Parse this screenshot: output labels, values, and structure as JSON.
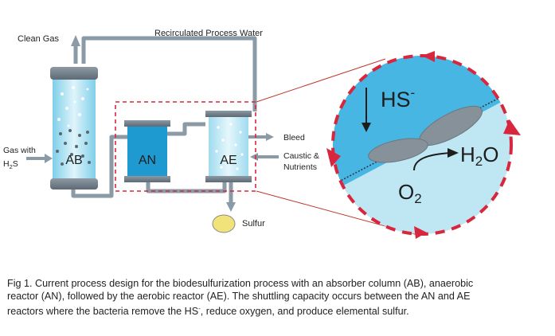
{
  "labels": {
    "clean_gas": "Clean Gas",
    "recirculated_water": "Recirculated Process Water",
    "gas_with": "Gas with",
    "h2s_h": "H",
    "h2s_sub": "2",
    "h2s_s": "S",
    "ab": "AB",
    "an": "AN",
    "ae": "AE",
    "bleed": "Bleed",
    "caustic": "Caustic &",
    "nutrients": "Nutrients",
    "sulfur": "Sulfur"
  },
  "inset": {
    "hs": "HS",
    "hs_sup": "-",
    "h2o_h": "H",
    "h2o_sub": "2",
    "h2o_o": "O",
    "o2_o": "O",
    "o2_sub": "2"
  },
  "caption": {
    "line1": "Fig 1. Current process design for the biodesulfurization process with an absorber column (AB), anaerobic",
    "line2": "reactor (AN), followed by the aerobic reactor (AE). The shuttling capacity occurs between the AN and AE",
    "line3_a": "reactors where the bacteria remove the HS",
    "line3_sup": "-",
    "line3_b": ", reduce oxygen, and produce elemental sulfur."
  },
  "colors": {
    "pipe": "#8a9aa6",
    "vessel_cap": "#6e7b86",
    "liquid_light": "#bfe8f4",
    "liquid_mid": "#5ec4e6",
    "an_blue": "#1f9ad1",
    "red_dash": "#d7263d",
    "inset_top": "#47b6e2",
    "inset_bottom": "#bfe6f3",
    "sulfur": "#f2e27a"
  }
}
